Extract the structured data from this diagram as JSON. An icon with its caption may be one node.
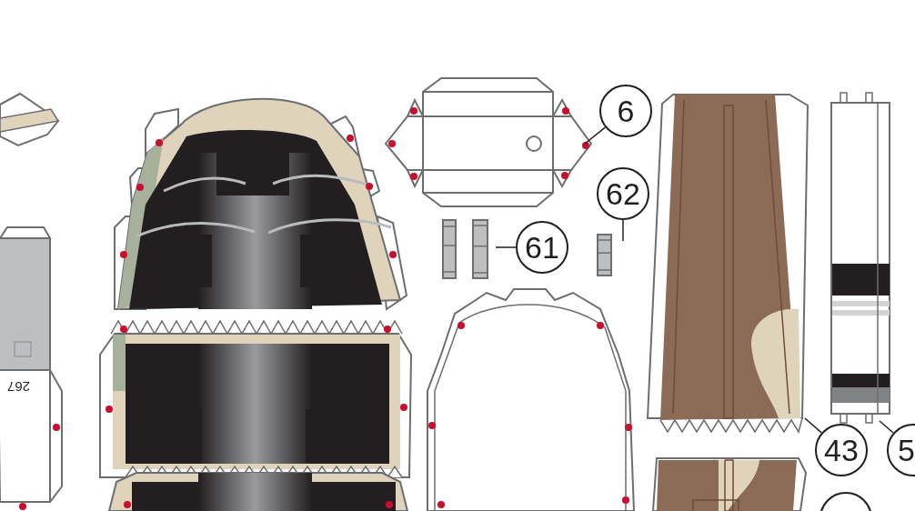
{
  "diagram": {
    "nodes": [
      {
        "text": [
          "6"
        ]
      },
      {
        "text": [],
        "shape": "picture"
      },
      {
        "text": [
          "62"
        ]
      },
      {
        "text": [],
        "shape": "bar"
      },
      {
        "text": [
          "61"
        ]
      },
      {
        "text": [],
        "shape": "bar"
      },
      {
        "text": [
          "43"
        ]
      },
      {
        "text": [],
        "shape": "picture"
      },
      {
        "text": [
          "5"
        ]
      },
      {
        "text": [],
        "shape": "picture"
      },
      {
        "text": [],
        "shape": "circle"
      }
    ],
    "edges": [
      {
        "from": 0,
        "to": 1,
        "arrow": "none"
      },
      {
        "from": 2,
        "to": 5,
        "arrow": "none"
      },
      {
        "from": 4,
        "to": 3,
        "arrow": "none"
      },
      {
        "from": 6,
        "to": 7,
        "arrow": "none"
      },
      {
        "from": 8,
        "to": 9,
        "arrow": "none"
      }
    ],
    "labels": [
      "267"
    ]
  }
}
